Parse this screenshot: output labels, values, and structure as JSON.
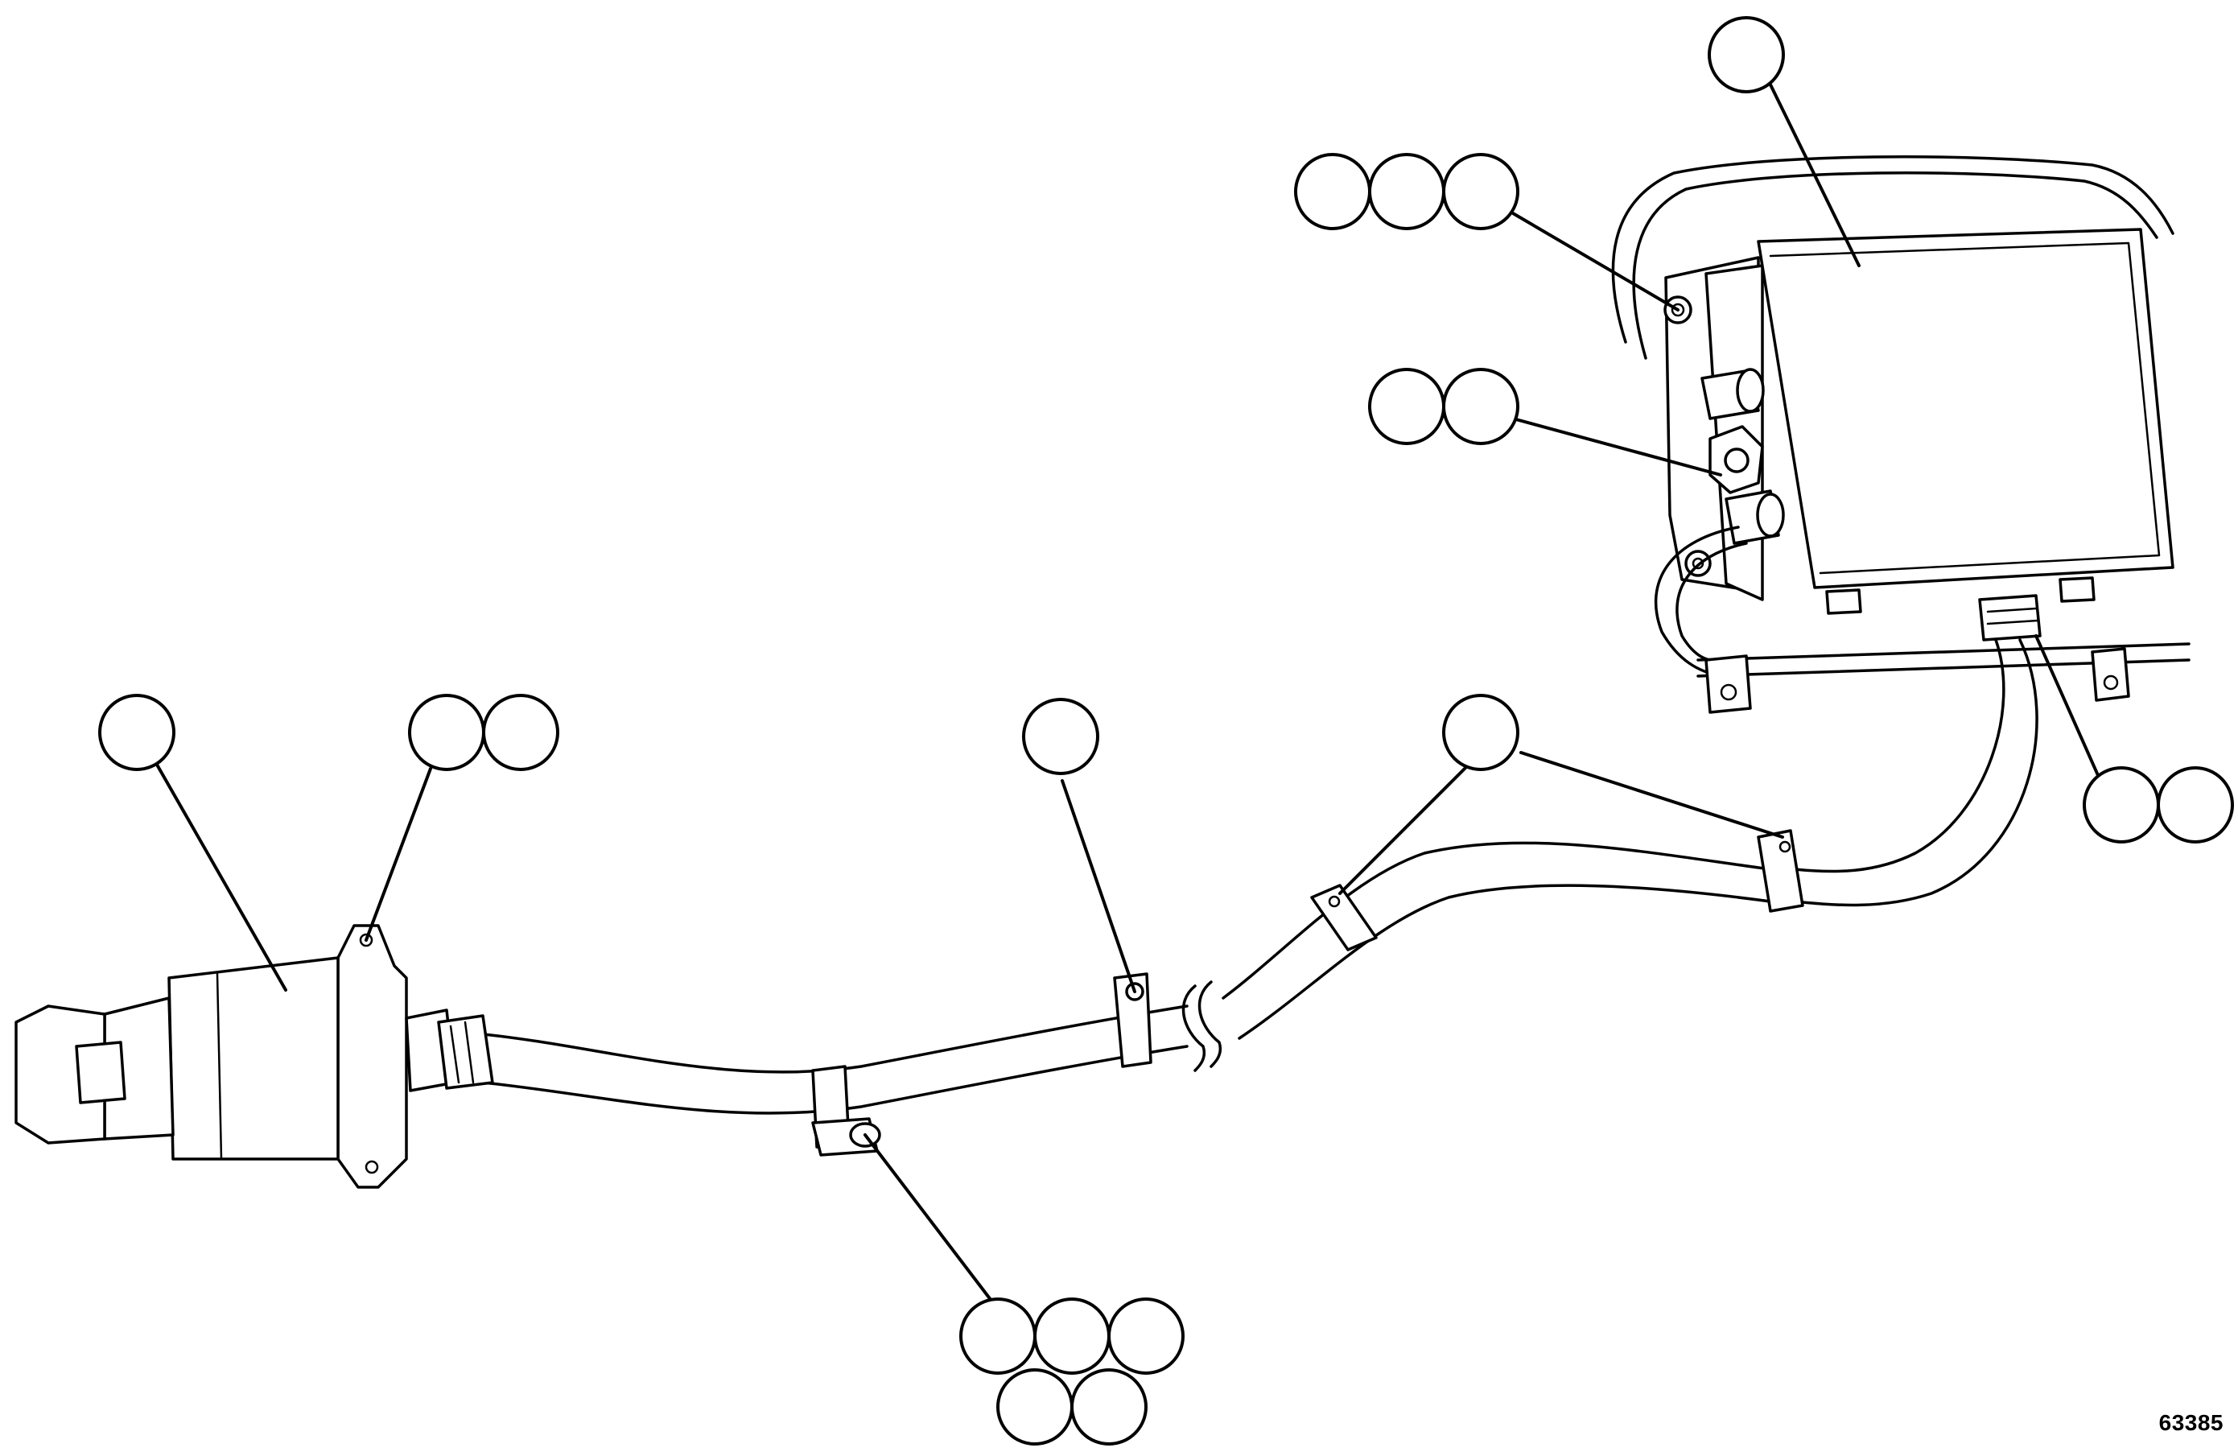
{
  "diagram": {
    "drawing_number": "63385",
    "colors": {
      "ink": "#000000",
      "paper": "#ffffff"
    },
    "callout_groups": [
      {
        "id": "control-box",
        "bubbles": 1
      },
      {
        "id": "box-mount-screws",
        "bubbles": 3
      },
      {
        "id": "box-gland-nut",
        "bubbles": 2
      },
      {
        "id": "lower-gland",
        "bubbles": 2
      },
      {
        "id": "harness-clips",
        "bubbles": 1
      },
      {
        "id": "mid-clamp",
        "bubbles": 1
      },
      {
        "id": "clamp-hardware",
        "bubbles": 5
      },
      {
        "id": "socket",
        "bubbles": 1
      },
      {
        "id": "socket-screws",
        "bubbles": 2
      }
    ]
  }
}
